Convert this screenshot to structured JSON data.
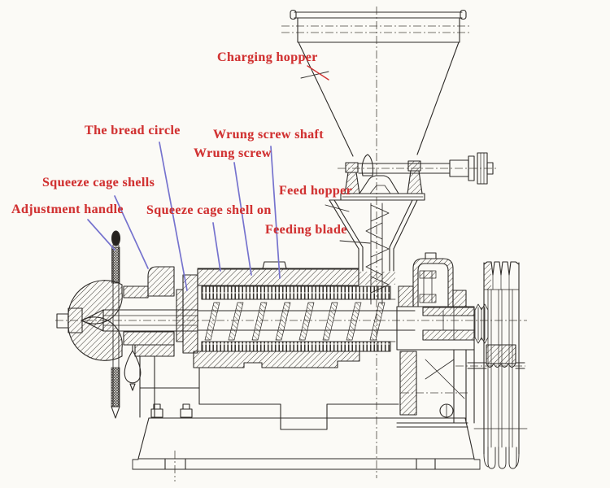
{
  "colors": {
    "label": "#d13232",
    "leader_blue": "#7673ce",
    "ink": "#2e2b28",
    "background": "#fbfaf6"
  },
  "labels": {
    "charging_hopper": "Charging hopper",
    "bread_circle": "The bread circle",
    "wrung_screw_shaft": "Wrung screw shaft",
    "wrung_screw": "Wrung screw",
    "squeeze_cage_shells": "Squeeze cage shells",
    "adjustment_handle": "Adjustment handle",
    "squeeze_cage_shell_on": "Squeeze cage shell on",
    "feed_hopper": "Feed hopper",
    "feeding_blade": "Feeding blade"
  }
}
